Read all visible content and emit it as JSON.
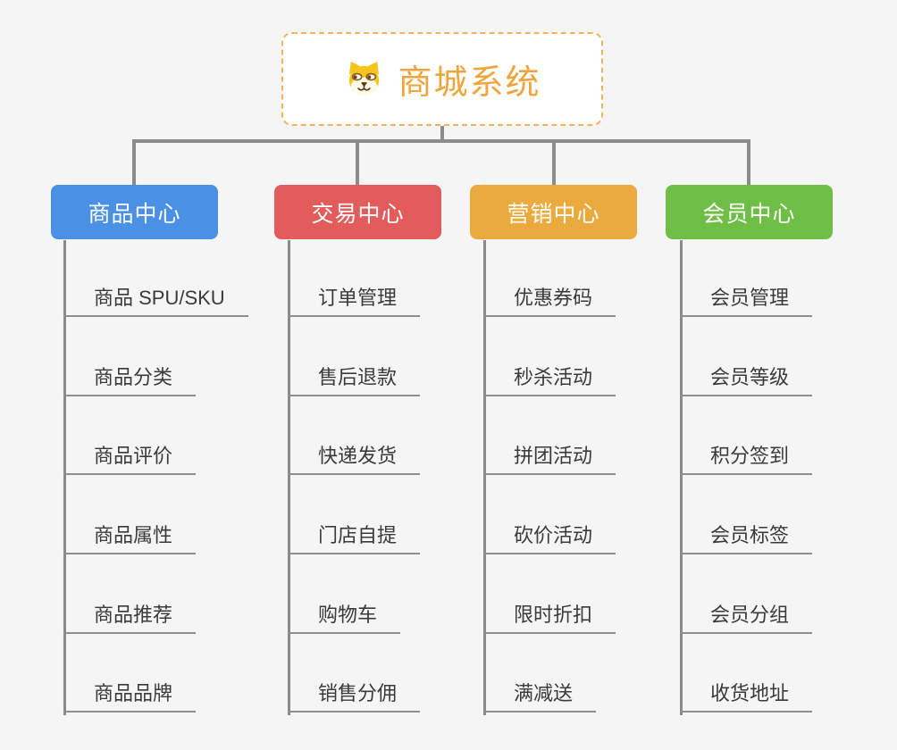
{
  "root": {
    "label": "商城系统",
    "icon": "dog-face-icon",
    "text_color": "#F0A53C",
    "border_color": "#F2B25C"
  },
  "colors": {
    "background": "#F5F5F6",
    "connector": "#8C8C8C",
    "child_text": "#3A3A3A",
    "underline": "#8F8F8F"
  },
  "branches": [
    {
      "label": "商品中心",
      "color": "#4A90E5",
      "children": [
        "商品 SPU/SKU",
        "商品分类",
        "商品评价",
        "商品属性",
        "商品推荐",
        "商品品牌"
      ]
    },
    {
      "label": "交易中心",
      "color": "#E25C5C",
      "children": [
        "订单管理",
        "售后退款",
        "快递发货",
        "门店自提",
        "购物车",
        "销售分佣"
      ]
    },
    {
      "label": "营销中心",
      "color": "#EBAA3D",
      "children": [
        "优惠券码",
        "秒杀活动",
        "拼团活动",
        "砍价活动",
        "限时折扣",
        "满减送"
      ]
    },
    {
      "label": "会员中心",
      "color": "#6FBE45",
      "children": [
        "会员管理",
        "会员等级",
        "积分签到",
        "会员标签",
        "会员分组",
        "收货地址"
      ]
    }
  ]
}
